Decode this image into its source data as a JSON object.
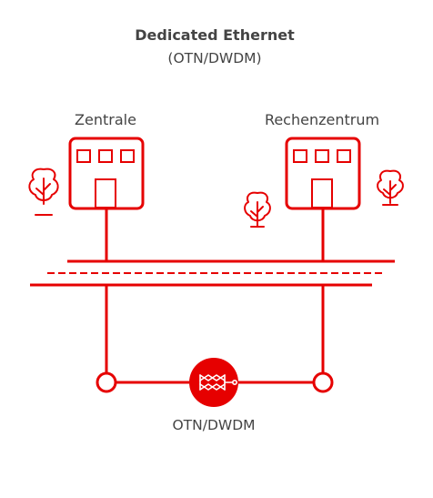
{
  "title": "Dedicated Ethernet",
  "subtitle": "(OTN/DWDM)",
  "site_left_label": "Zentrale",
  "site_right_label": "Rechenzentrum",
  "node_label": "OTN/DWDM",
  "colors": {
    "accent": "#e60000",
    "text_dark": "#444444",
    "text": "#444444"
  },
  "icons": {
    "building": "building-icon",
    "tree": "tree-icon",
    "fiber_node": "otn-dwdm-node-icon"
  }
}
